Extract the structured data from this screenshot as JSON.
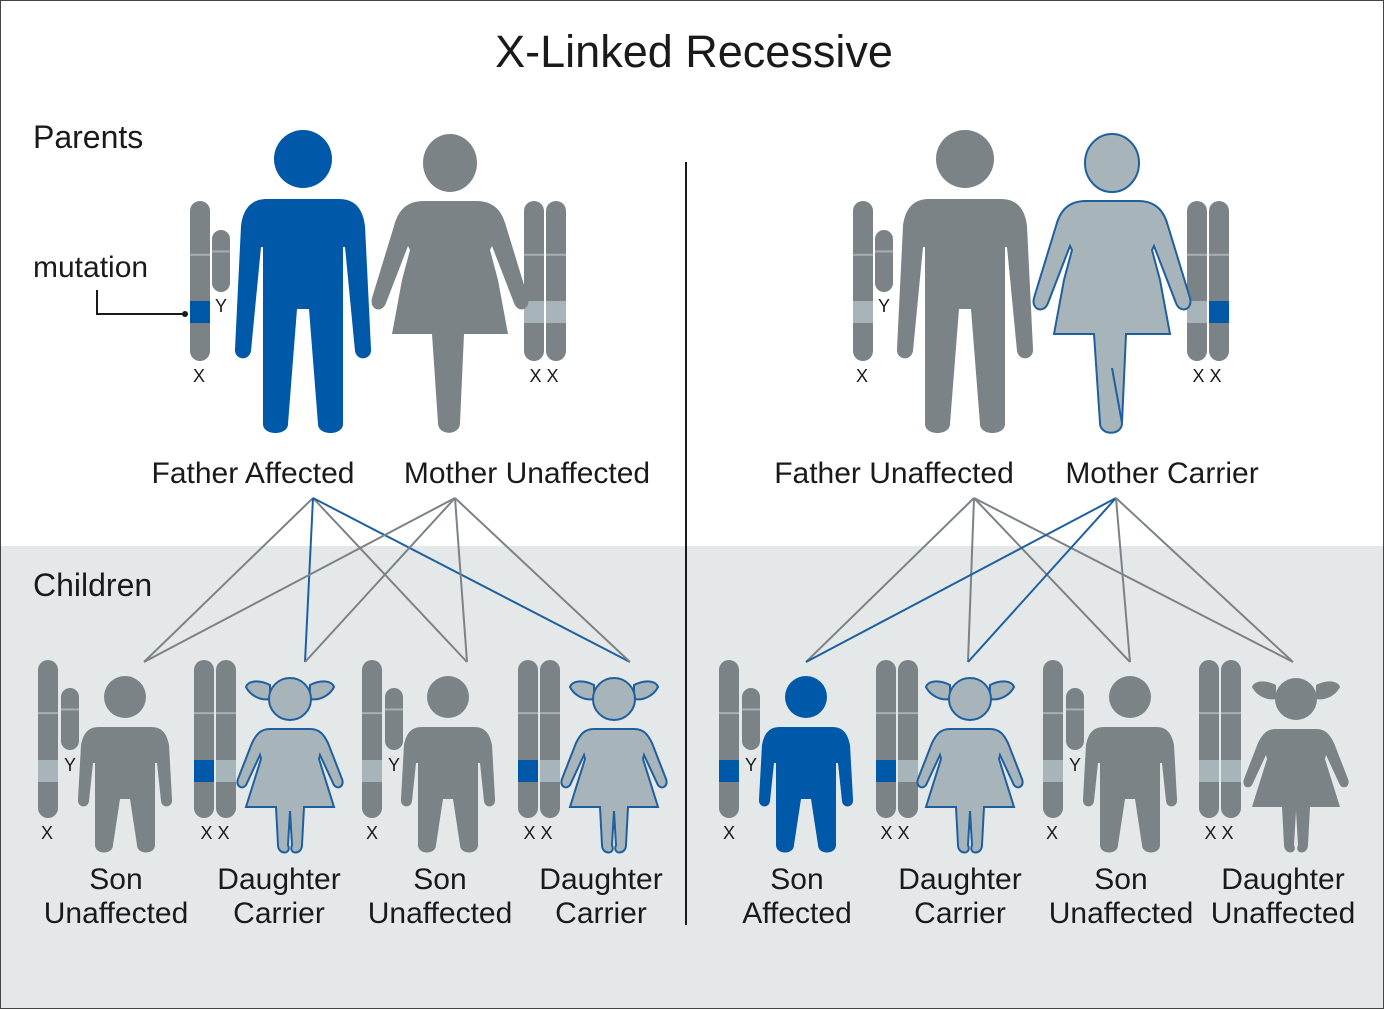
{
  "title": "X-Linked Recessive",
  "sections": {
    "parents": "Parents",
    "children": "Children"
  },
  "annotation": {
    "mutation": "mutation"
  },
  "chromosome_labels": {
    "x": "X",
    "y": "Y",
    "xx": "X X"
  },
  "colors": {
    "affected": "#0059a8",
    "carrier": "#a7b4ba",
    "unaffected": "#7b8387",
    "outline": "#1f5fa0",
    "children_bg": "#e5e8e9",
    "line_gray": "#7b8387",
    "line_blue": "#1e5fa1"
  },
  "left": {
    "father": {
      "label": "Father Affected",
      "status": "affected"
    },
    "mother": {
      "label": "Mother Unaffected",
      "status": "unaffected"
    },
    "children": [
      {
        "line1": "Son",
        "line2": "Unaffected",
        "status": "unaffected"
      },
      {
        "line1": "Daughter",
        "line2": "Carrier",
        "status": "carrier"
      },
      {
        "line1": "Son",
        "line2": "Unaffected",
        "status": "unaffected"
      },
      {
        "line1": "Daughter",
        "line2": "Carrier",
        "status": "carrier"
      }
    ]
  },
  "right": {
    "father": {
      "label": "Father Unaffected",
      "status": "unaffected"
    },
    "mother": {
      "label": "Mother Carrier",
      "status": "carrier"
    },
    "children": [
      {
        "line1": "Son",
        "line2": "Affected",
        "status": "affected"
      },
      {
        "line1": "Daughter",
        "line2": "Carrier",
        "status": "carrier"
      },
      {
        "line1": "Son",
        "line2": "Unaffected",
        "status": "unaffected"
      },
      {
        "line1": "Daughter",
        "line2": "Unaffected",
        "status": "unaffected"
      }
    ]
  }
}
